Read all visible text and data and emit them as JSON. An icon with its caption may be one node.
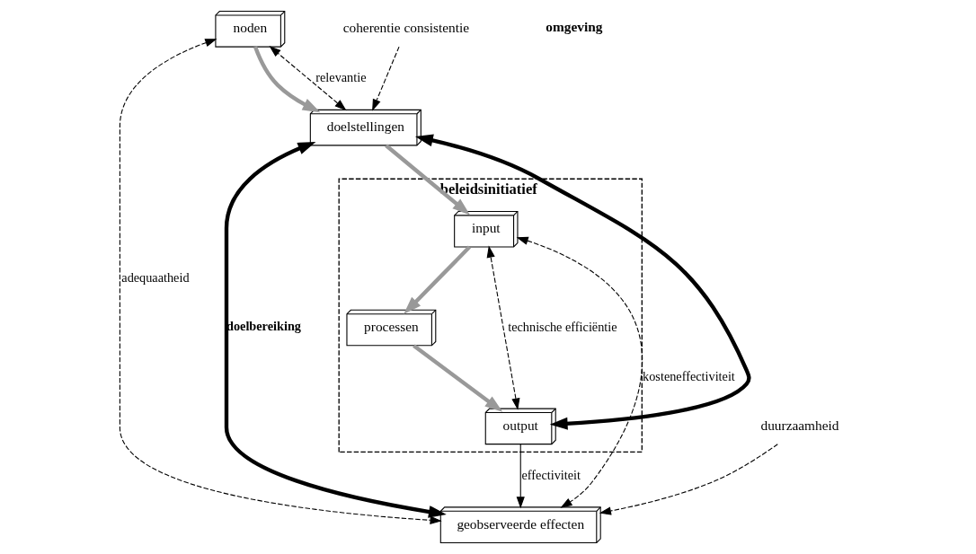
{
  "diagram": {
    "nodes": [
      {
        "text": [
          "noden"
        ]
      },
      {
        "text": [
          "geobserveerde effecten"
        ]
      },
      {
        "text": [
          "doelstellingen"
        ]
      },
      {
        "text": [
          "beleidsinitiatief"
        ]
      },
      {
        "text": [
          "input"
        ],
        "in": 3
      },
      {
        "text": [
          "processen"
        ],
        "in": 3
      },
      {
        "text": [
          "output"
        ],
        "in": 3
      },
      {
        "text": [
          "duurzaamheid"
        ]
      },
      {
        "text": [
          "coherentie consistentie"
        ]
      }
    ],
    "edges": [
      {
        "from": 0,
        "to": 2,
        "arrow": "to",
        "style": "thick",
        "color": "#999999"
      },
      {
        "from": 2,
        "to": 0,
        "arrow": "both",
        "style": "dashed",
        "label": "relevantie"
      },
      {
        "from": 0,
        "to": 1,
        "arrow": "both",
        "style": "dashed",
        "label": "adequaatheid"
      },
      {
        "from": 2,
        "to": 1,
        "arrow": "both",
        "style": "thick",
        "label": "doelbereiking"
      },
      {
        "from": 2,
        "to": 6,
        "arrow": "both",
        "style": "thick"
      },
      {
        "from": 8,
        "to": 2,
        "arrow": "to",
        "style": "dashed"
      },
      {
        "from": 2,
        "to": 4,
        "arrow": "to",
        "style": "thick",
        "color": "#999999"
      },
      {
        "from": 4,
        "to": 5,
        "arrow": "to",
        "style": "thick",
        "color": "#999999"
      },
      {
        "from": 5,
        "to": 6,
        "arrow": "to",
        "style": "thick",
        "color": "#999999"
      },
      {
        "from": 6,
        "to": 1,
        "arrow": "to",
        "label": "effectiviteit"
      },
      {
        "from": 6,
        "to": 4,
        "arrow": "both",
        "style": "dashed",
        "label": "technische efficiëntie"
      },
      {
        "from": 4,
        "to": 1,
        "arrow": "both",
        "style": "dashed",
        "label": "kosteneffectiviteit"
      },
      {
        "from": 7,
        "to": 1,
        "arrow": "to",
        "style": "dashed"
      }
    ],
    "labels": [
      "omgeving"
    ]
  }
}
